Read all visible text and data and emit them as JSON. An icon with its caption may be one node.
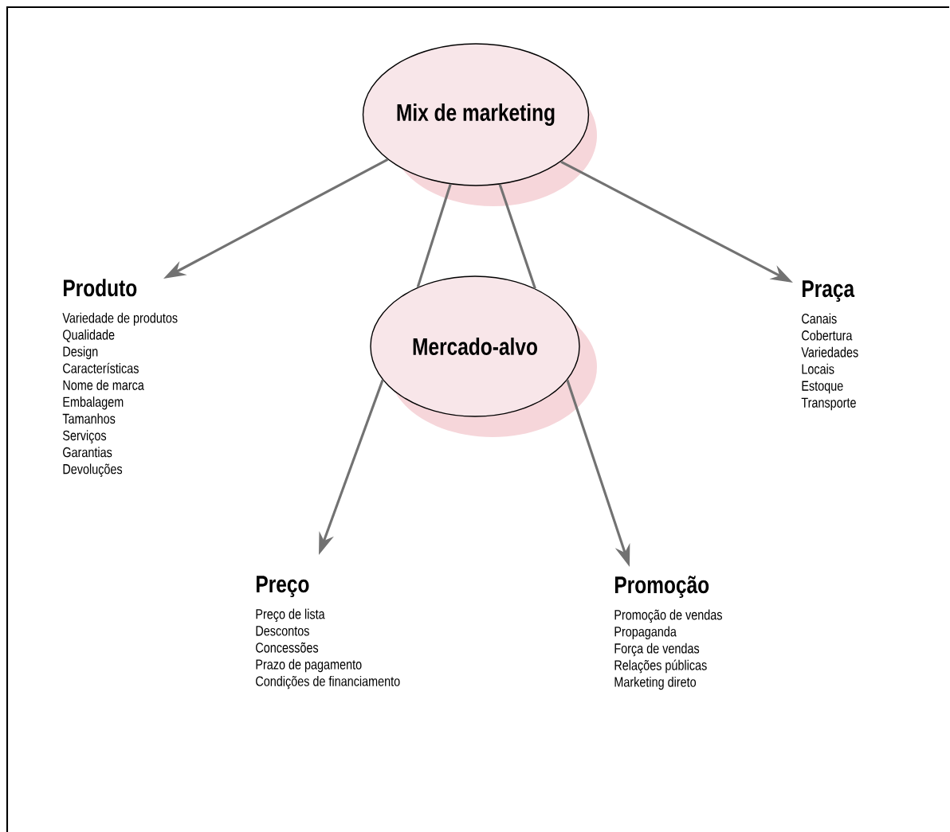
{
  "diagram": {
    "nodes": [
      {
        "text": [
          "Mix de marketing"
        ]
      },
      {
        "text": [
          "Produto",
          "Variedade de produtos",
          "Qualidade",
          "Design",
          "Características",
          "Nome de marca",
          "Embalagem",
          "Tamanhos",
          "Serviços",
          "Garantias",
          "Devoluções"
        ]
      },
      {
        "text": [
          "Mercado-alvo"
        ]
      },
      {
        "text": [
          "Praça",
          "Canais",
          "Cobertura",
          "Variedades",
          "Locais",
          "Estoque",
          "Transporte"
        ]
      },
      {
        "text": [
          "Preço",
          "Preço de lista",
          "Descontos",
          "Concessões",
          "Prazo de pagamento",
          "Condições de financiamento"
        ]
      },
      {
        "text": [
          "Promoção",
          "Promoção de vendas",
          "Propaganda",
          "Força de vendas",
          "Relações públicas",
          "Marketing direto"
        ]
      }
    ],
    "edges": [
      {
        "from": 0,
        "to": 1,
        "arrow": "to"
      },
      {
        "from": 0,
        "to": 2,
        "arrow": "none"
      },
      {
        "from": 0,
        "to": 2,
        "arrow": "none"
      },
      {
        "from": 0,
        "to": 3,
        "arrow": "to"
      },
      {
        "from": 2,
        "to": 4,
        "arrow": "to"
      },
      {
        "from": 2,
        "to": 5,
        "arrow": "to"
      }
    ]
  }
}
